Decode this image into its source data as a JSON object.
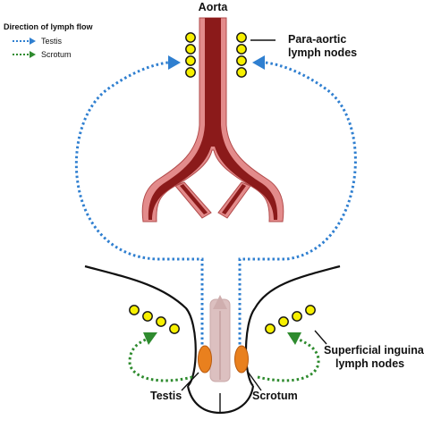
{
  "legend": {
    "title": "Direction of lymph flow",
    "items": [
      {
        "label": "Testis",
        "color": "#2f7fd0",
        "arrow_color": "#2f7fd0",
        "icon": "dotted-arrow-icon"
      },
      {
        "label": "Scrotum",
        "color": "#2e8b2e",
        "arrow_color": "#2e8b2e",
        "icon": "dotted-arrow-icon"
      }
    ]
  },
  "labels": {
    "aorta": "Aorta",
    "para_aortic_line1": "Para-aortic",
    "para_aortic_line2": "lymph nodes",
    "inguinal_line1": "Superficial inguinal",
    "inguinal_line2": "lymph nodes",
    "testis": "Testis",
    "scrotum": "Scrotum"
  },
  "colors": {
    "aorta_outer": "#e38b8b",
    "aorta_inner": "#8b1a1a",
    "lymph_node_fill": "#f7f000",
    "testis_fill": "#e9801e",
    "testis_flow": "#2f7fd0",
    "scrotum_flow": "#2e8b2e",
    "penis_fill": "#dcc0c0",
    "outline": "#111111"
  }
}
